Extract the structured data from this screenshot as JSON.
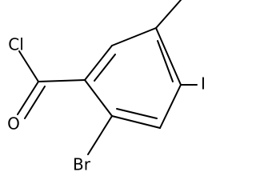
{
  "molecule": {
    "atoms": {
      "chlorine": "Cl",
      "oxygen": "O",
      "bromine": "Br",
      "iodine": "I"
    },
    "colors": {
      "bond": "#000000",
      "label": "#000000",
      "background": "#ffffff"
    }
  }
}
